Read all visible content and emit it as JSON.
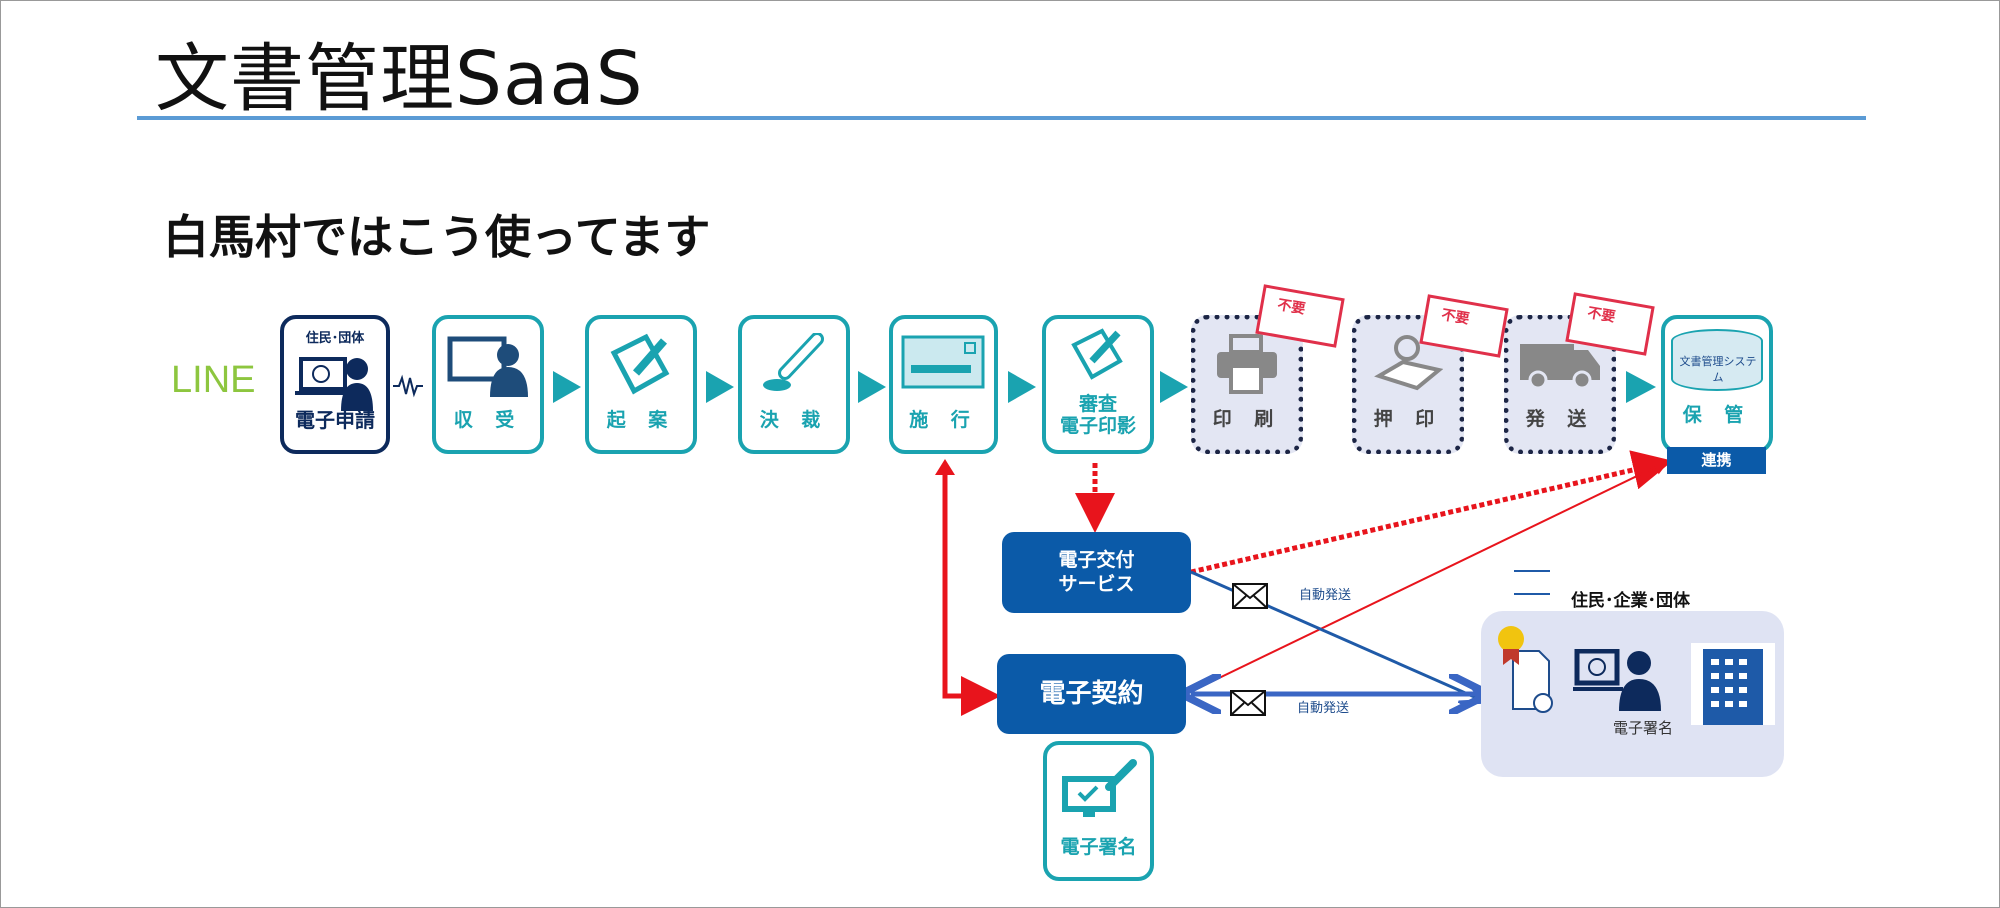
{
  "header": {
    "title": "文書管理SaaS",
    "subtitle": "白馬村ではこう使ってます"
  },
  "flow": {
    "line_label": "LINE",
    "applicant": {
      "top": "住民･団体",
      "label": "電子申請"
    },
    "steps": [
      {
        "label": "収 受",
        "icon": "person-computer-icon"
      },
      {
        "label": "起 案",
        "icon": "document-pen-icon"
      },
      {
        "label": "決 裁",
        "icon": "seal-stamp-icon"
      },
      {
        "label": "施 行",
        "icon": "document-card-icon"
      },
      {
        "label": "審査\n電子印影",
        "icon": "document-pen-icon"
      },
      {
        "label": "印 刷",
        "icon": "printer-icon",
        "stamp": "不要"
      },
      {
        "label": "押 印",
        "icon": "hanko-icon",
        "stamp": "不要"
      },
      {
        "label": "発 送",
        "icon": "delivery-truck-icon",
        "stamp": "不要"
      }
    ],
    "storage": {
      "db_label": "文書管理システム",
      "label": "保 管",
      "link": "連携"
    }
  },
  "services": {
    "delivery": "電子交付\nサービス",
    "contract": "電子契約",
    "signature_box": "電子署名",
    "auto_send_1": "自動発送",
    "auto_send_2": "自動発送"
  },
  "recipients": {
    "title": "住民･企業･団体",
    "signature": "電子署名"
  },
  "colors": {
    "teal": "#1aa3b0",
    "navy": "#0d2a5c",
    "blue": "#0b5aa8",
    "red": "#e8141c",
    "line_green": "#8dc63f"
  }
}
